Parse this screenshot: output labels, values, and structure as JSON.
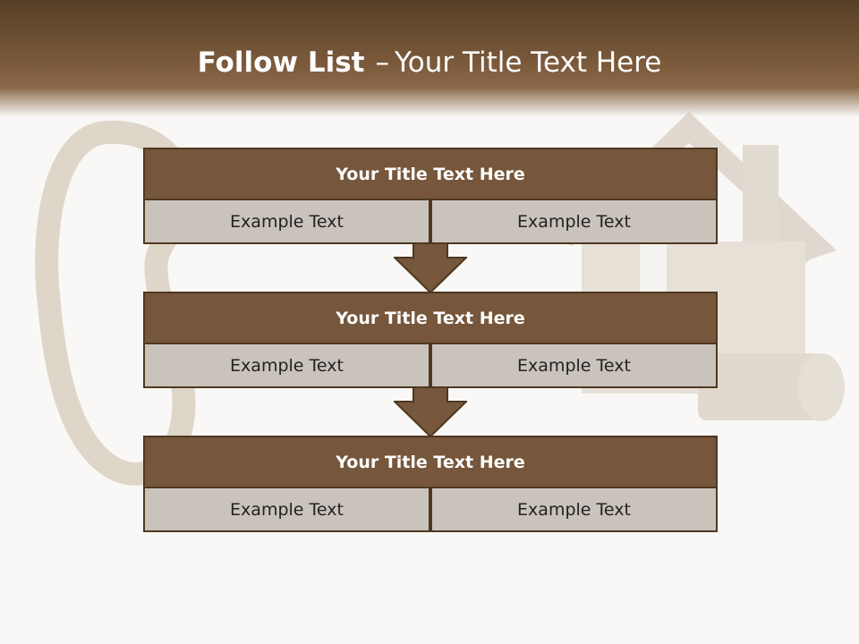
{
  "title": {
    "bold": "Follow List",
    "separator": "–",
    "rest": "Your Title Text Here"
  },
  "steps": [
    {
      "title": "Your Title Text Here",
      "left": "Example Text",
      "right": "Example Text"
    },
    {
      "title": "Your Title Text Here",
      "left": "Example Text",
      "right": "Example Text"
    },
    {
      "title": "Your Title Text Here",
      "left": "Example Text",
      "right": "Example Text"
    }
  ],
  "colors": {
    "header_band": "#7b5a3b",
    "block_header": "#76573b",
    "block_border": "#4e3822",
    "cell_fill": "#cac3bc",
    "arrow": "#76573b"
  },
  "background_art": [
    "key-icon",
    "house-icon"
  ]
}
